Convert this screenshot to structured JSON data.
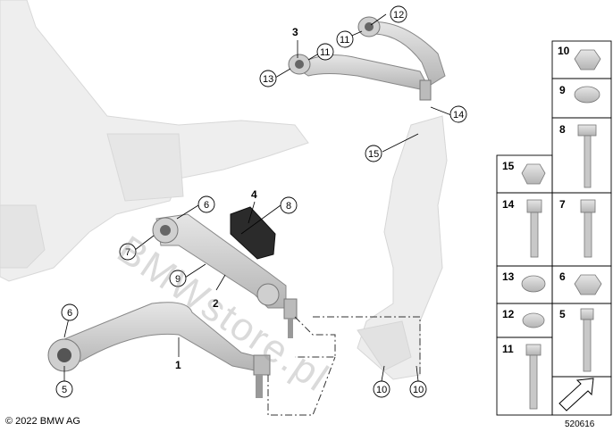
{
  "callouts": {
    "c1": "1",
    "c2": "2",
    "c3": "3",
    "c4": "4",
    "c5": "5",
    "c6a": "6",
    "c6b": "6",
    "c7": "7",
    "c8": "8",
    "c9": "9",
    "c10a": "10",
    "c10b": "10",
    "c11a": "11",
    "c11b": "11",
    "c12": "12",
    "c13": "13",
    "c14": "14",
    "c15": "15"
  },
  "parts_grid": {
    "p10": "10",
    "p9": "9",
    "p8": "8",
    "p15": "15",
    "p14": "14",
    "p7": "7",
    "p13": "13",
    "p6": "6",
    "p12": "12",
    "p5": "5",
    "p11": "11"
  },
  "watermark": "BMWstore.pl",
  "copyright": "© 2022 BMW AG",
  "diagram_number": "520616"
}
